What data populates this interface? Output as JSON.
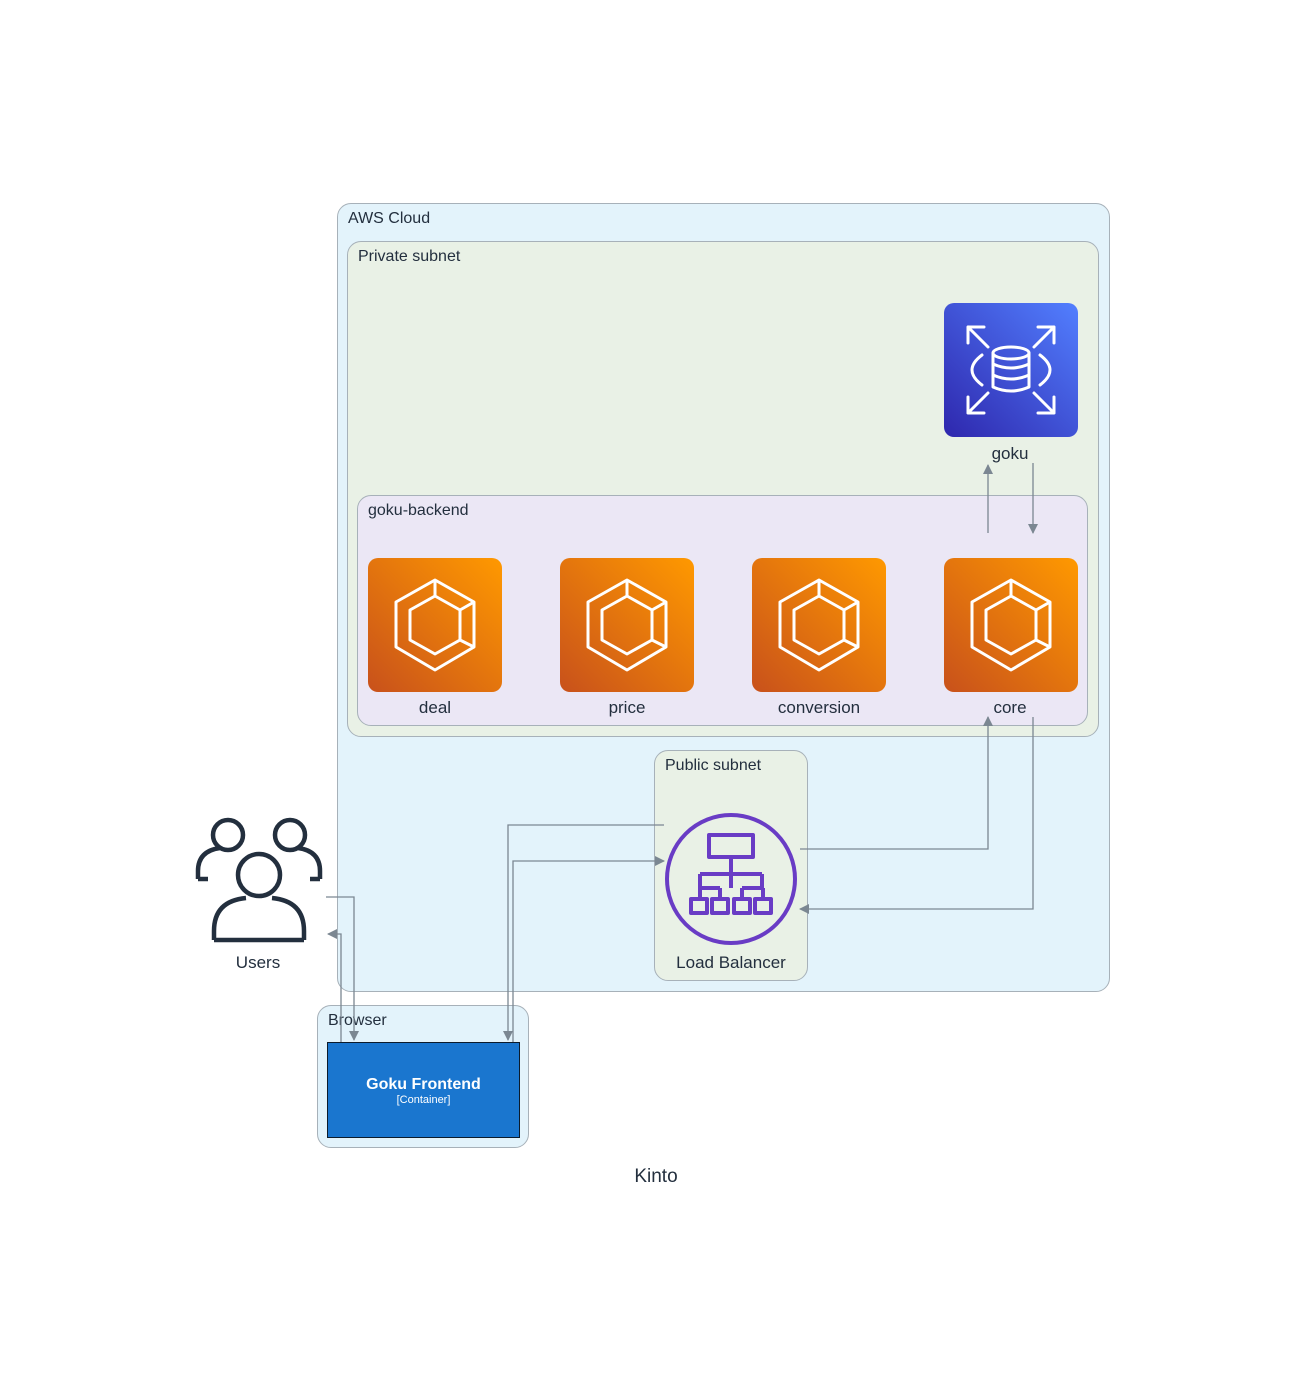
{
  "title": "Kinto",
  "groups": {
    "aws_cloud": "AWS Cloud",
    "private_subnet": "Private subnet",
    "backend": "goku-backend",
    "public_subnet": "Public subnet",
    "browser": "Browser"
  },
  "nodes": {
    "goku_db": {
      "label": "goku",
      "icon": "rds-icon"
    },
    "deal": {
      "label": "deal",
      "icon": "ecs-icon"
    },
    "price": {
      "label": "price",
      "icon": "ecs-icon"
    },
    "conversion": {
      "label": "conversion",
      "icon": "ecs-icon"
    },
    "core": {
      "label": "core",
      "icon": "ecs-icon"
    },
    "load_balancer": {
      "label": "Load Balancer",
      "icon": "elb-icon"
    },
    "users": {
      "label": "Users",
      "icon": "users-icon"
    },
    "frontend": {
      "title": "Goku Frontend",
      "subtitle": "[Container]"
    }
  },
  "colors": {
    "ecs_start": "#c8511b",
    "ecs_end": "#ff9900",
    "rds_start": "#2e27ad",
    "rds_end": "#527fff",
    "elb": "#693cc5",
    "edge": "#7b8792",
    "frontend": "#1a76cf"
  },
  "edges": [
    {
      "from": "core",
      "to": "goku"
    },
    {
      "from": "goku",
      "to": "core"
    },
    {
      "from": "Load Balancer",
      "to": "core"
    },
    {
      "from": "core",
      "to": "Load Balancer"
    },
    {
      "from": "Users",
      "to": "Goku Frontend"
    },
    {
      "from": "Goku Frontend",
      "to": "Users"
    },
    {
      "from": "Goku Frontend",
      "to": "Load Balancer"
    },
    {
      "from": "Load Balancer",
      "to": "Goku Frontend"
    }
  ]
}
